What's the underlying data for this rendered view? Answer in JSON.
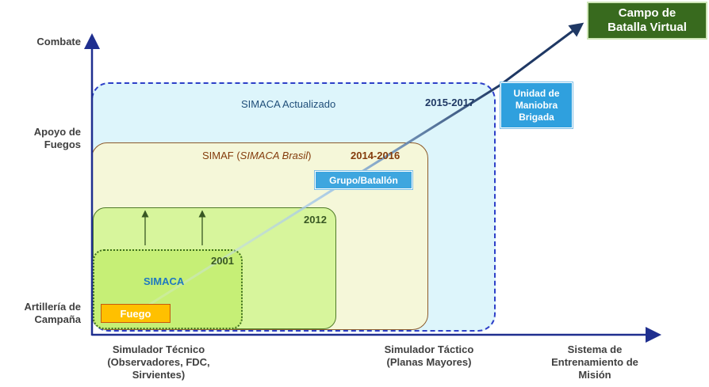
{
  "y_axis": {
    "levels": [
      "Combate",
      "Apoyo de\nFuegos",
      "Artillería de\nCampaña"
    ]
  },
  "x_axis": {
    "levels": [
      "Simulador Técnico\n(Observadores, FDC,\nSirvientes)",
      "Simulador Táctico\n(Planas Mayores)",
      "Sistema de\nEntrenamiento de\nMisión"
    ]
  },
  "stages": {
    "simaca": {
      "name": "SIMACA",
      "year": "2001",
      "color": "#1f78c1"
    },
    "stage_2012": {
      "year": "2012",
      "color": "#385723"
    },
    "simaf": {
      "name": "SIMAF (",
      "name_italic": "SIMACA Brasil",
      "name_close": ")",
      "year": "2014-2016",
      "color": "#843c0c"
    },
    "simaca_actualizado": {
      "name": "SIMACA Actualizado",
      "year": "2015-2017",
      "color": "#1f4e79"
    }
  },
  "tags": {
    "fuego": "Fuego",
    "grupo": "Grupo/Batallón",
    "unidad": "Unidad de\nManiobra\nBrigada",
    "campo": "Campo de\nBatalla Virtual"
  },
  "colors": {
    "axis": "#1f2f8f",
    "fuego_bg": "#ffc000",
    "tag_blue": "#33a3dc",
    "campo_bg": "#386a1e"
  }
}
